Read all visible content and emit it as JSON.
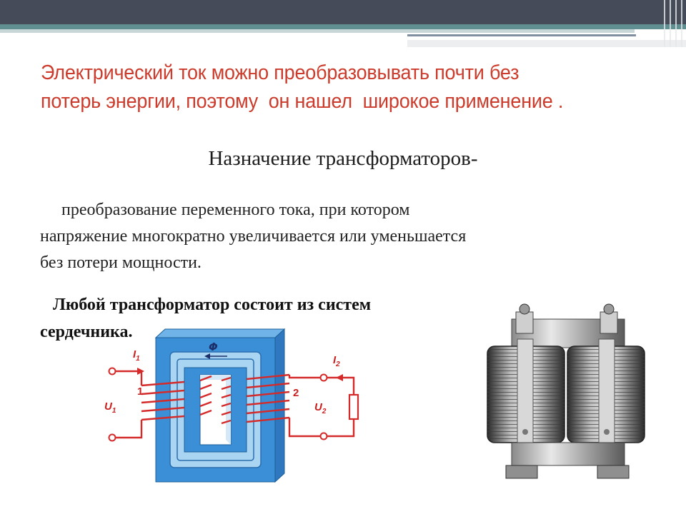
{
  "headline": {
    "line1": "Электрический ток можно преобразовывать почти без",
    "line2": "потерь энергии, поэтому  он нашел  широкое применение ."
  },
  "subtitle": "Назначение трансформаторов-",
  "paragraph": {
    "line1": "     преобразование переменного тока, при котором",
    "line2": "напряжение многократно увеличивается или уменьшается",
    "line3": "без потери мощности."
  },
  "composition": {
    "line1": "   Любой трансформатор состоит из систем",
    "line2": "сердечника."
  },
  "diagram": {
    "flux": "Φ",
    "i1": "I",
    "i1_sub": "1",
    "i2": "I",
    "i2_sub": "2",
    "u1": "U",
    "u1_sub": "1",
    "u2": "U",
    "u2_sub": "2",
    "winding1": "1",
    "winding2": "2"
  },
  "colors": {
    "headline": "#cc3b2b",
    "wire": "#d42a2a",
    "core_blue": "#3a8fd6",
    "core_light": "#a9d4f2"
  }
}
